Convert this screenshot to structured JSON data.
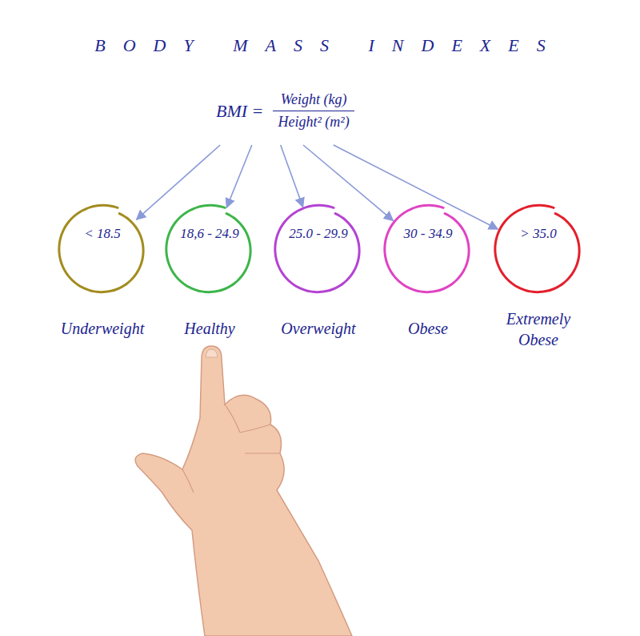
{
  "diagram": {
    "title": "BODY MASS INDEXES",
    "nodes": [
      {
        "text": [
          "BMI =",
          "Weight (kg)",
          "Height² (m²)"
        ]
      },
      {
        "text": [
          "< 18.5",
          "Underweight"
        ]
      },
      {
        "text": [
          "18,6 - 24.9",
          "Healthy"
        ]
      },
      {
        "text": [
          "25.0 - 29.9",
          "Overweight"
        ]
      },
      {
        "text": [
          "30 - 34.9",
          "Obese"
        ]
      },
      {
        "text": [
          "> 35.0",
          "Extremely Obese"
        ]
      }
    ],
    "edges": [
      {
        "from": 0,
        "to": 1,
        "arrow": "to"
      },
      {
        "from": 0,
        "to": 2,
        "arrow": "to"
      },
      {
        "from": 0,
        "to": 3,
        "arrow": "to"
      },
      {
        "from": 0,
        "to": 4,
        "arrow": "to"
      },
      {
        "from": 0,
        "to": 5,
        "arrow": "to"
      }
    ]
  }
}
